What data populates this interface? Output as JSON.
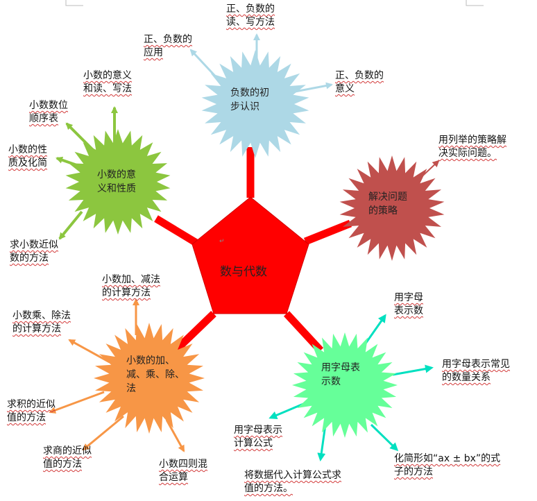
{
  "diagram": {
    "center": {
      "label": "数与代数",
      "color": "#ff0000"
    },
    "nodes": [
      {
        "id": "negative",
        "label_lines": [
          "负数的初",
          "步认识"
        ],
        "color": "#add8e6",
        "branches": [
          {
            "lines": [
              "正、负数的",
              "读、写方法"
            ]
          },
          {
            "lines": [
              "正、负数的",
              "应用"
            ]
          },
          {
            "lines": [
              "正、负数的",
              "意义"
            ]
          }
        ]
      },
      {
        "id": "decimal-meaning",
        "label_lines": [
          "小数的意",
          "义和性质"
        ],
        "color": "#8cc63f",
        "branches": [
          {
            "lines": [
              "小数的意义",
              "和读、写法"
            ]
          },
          {
            "lines": [
              "小数数位",
              "顺序表"
            ]
          },
          {
            "lines": [
              "小数的性",
              "质及化简"
            ]
          },
          {
            "lines": [
              "求小数近似",
              "数的方法"
            ]
          }
        ]
      },
      {
        "id": "problem-solving",
        "label_lines": [
          "解决问题",
          "的策略"
        ],
        "color": "#c0504d",
        "branches": [
          {
            "lines": [
              "用列举的策略解",
              "决实际问题。"
            ]
          }
        ]
      },
      {
        "id": "decimal-ops",
        "label_lines": [
          "小数的加、",
          "减、乘、除、",
          "法"
        ],
        "color": "#f79646",
        "branches": [
          {
            "lines": [
              "小数加、减法",
              "的计算方法"
            ]
          },
          {
            "lines": [
              "小数乘、除法",
              "的计算方法"
            ]
          },
          {
            "lines": [
              "求积的近似",
              "值的方法"
            ]
          },
          {
            "lines": [
              "求商的近似",
              "值的方法"
            ]
          },
          {
            "lines": [
              "小数四则混",
              "合运算"
            ]
          }
        ]
      },
      {
        "id": "letters",
        "label_lines": [
          "用字母表",
          "示数"
        ],
        "color": "#66ff99",
        "branches": [
          {
            "lines": [
              "用字母",
              "表示数"
            ]
          },
          {
            "lines": [
              "用字母表示常见",
              "的数量关系"
            ]
          },
          {
            "lines": [
              "用字母表示",
              "计算公式"
            ]
          },
          {
            "lines": [
              "将数据代入计算公式求",
              "值的方法。"
            ]
          },
          {
            "lines": [
              "化简形如“ax ± bx”的式",
              "子的方法"
            ]
          }
        ]
      }
    ]
  }
}
